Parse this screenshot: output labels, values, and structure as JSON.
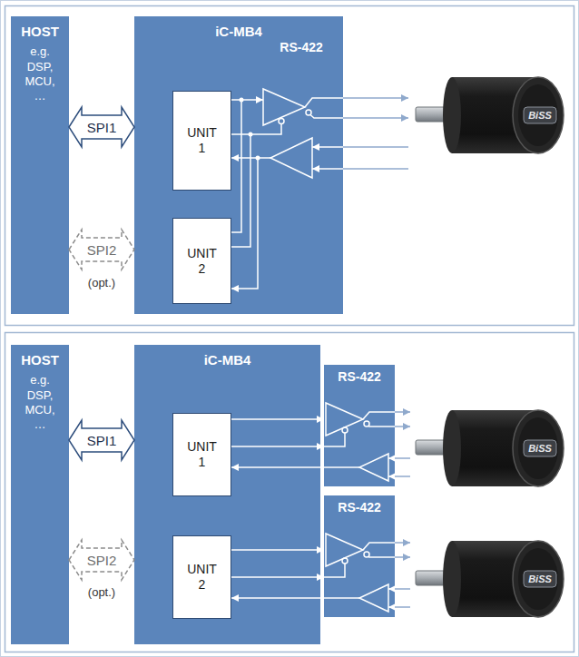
{
  "diagram": {
    "nodes": [
      {
        "text": [
          "HOST",
          "e.g. DSP, MCU, …"
        ]
      },
      {
        "text": [
          "iC-MB4"
        ]
      },
      {
        "text": [
          "UNIT 1"
        ],
        "in": 1
      },
      {
        "text": [
          "UNIT 2"
        ],
        "in": 1
      },
      {
        "text": [
          "HOST",
          "e.g. DSP, MCU, …"
        ]
      },
      {
        "text": [
          "iC-MB4"
        ]
      },
      {
        "text": [
          "UNIT 1"
        ],
        "in": 5
      },
      {
        "text": [
          "UNIT 2"
        ],
        "in": 5
      },
      {
        "text": [
          "RS-422"
        ]
      },
      {
        "text": [
          "RS-422"
        ]
      }
    ],
    "edges": [
      {
        "from": 0,
        "to": 1,
        "arrow": "both",
        "label": "SPI1"
      },
      {
        "from": 0,
        "to": 1,
        "arrow": "both",
        "label": "SPI2"
      },
      {
        "from": 4,
        "to": 5,
        "arrow": "both",
        "label": "SPI1"
      },
      {
        "from": 4,
        "to": 5,
        "arrow": "both",
        "label": "SPI2"
      },
      {
        "from": 6,
        "to": 8,
        "arrow": "to"
      },
      {
        "from": 6,
        "to": 8,
        "arrow": "to"
      },
      {
        "from": 8,
        "to": 6,
        "arrow": "to"
      },
      {
        "from": 7,
        "to": 9,
        "arrow": "to"
      },
      {
        "from": 7,
        "to": 9,
        "arrow": "to"
      },
      {
        "from": 9,
        "to": 7,
        "arrow": "to"
      }
    ],
    "labels": [
      "RS-422",
      "(opt.)",
      "(opt.)",
      "BiSS",
      "BiSS",
      "BiSS"
    ]
  }
}
